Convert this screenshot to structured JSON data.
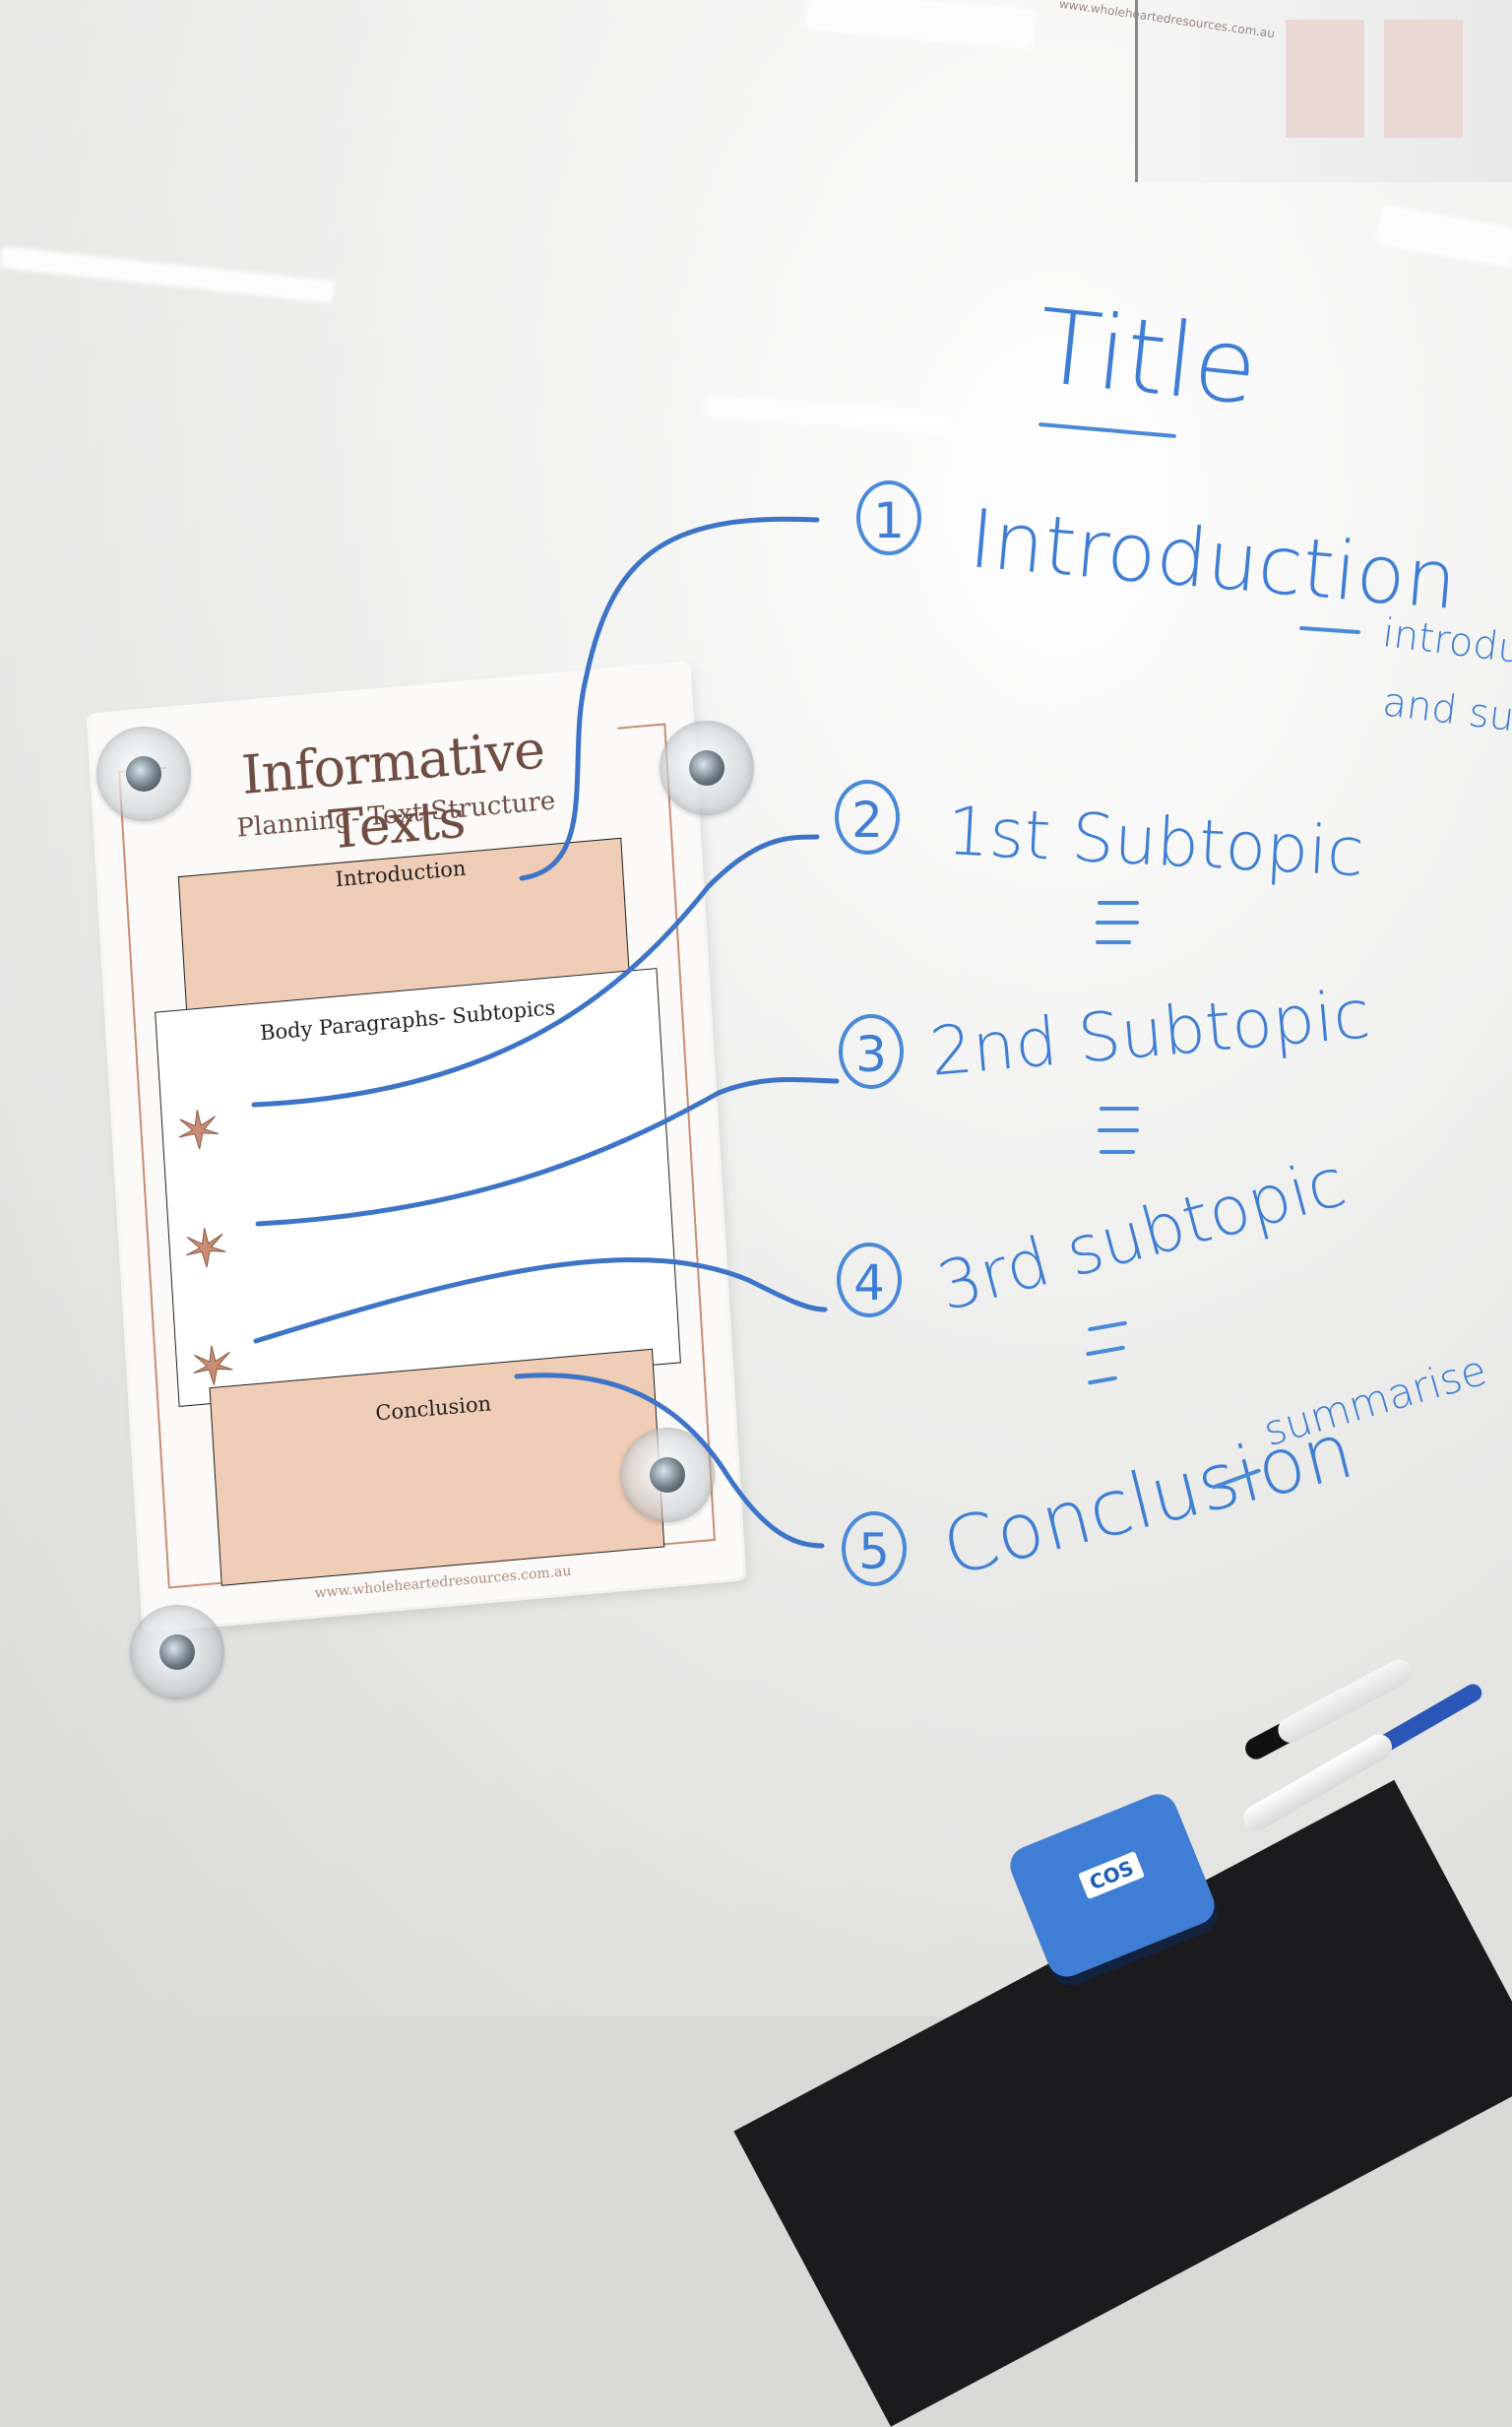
{
  "poster": {
    "title": "Informative Texts",
    "subtitle": "Planning- Text Structure",
    "section_introduction": "Introduction",
    "section_body": "Body Paragraphs- Subtopics",
    "section_conclusion": "Conclusion",
    "url": "www.wholeheartedresources.com.au"
  },
  "whiteboard": {
    "title": "Title",
    "items": [
      {
        "number": "1",
        "label": "Introduction",
        "note": "introduces",
        "note2": "and subto"
      },
      {
        "number": "2",
        "label": "1st Subtopic"
      },
      {
        "number": "3",
        "label": "2nd Subtopic"
      },
      {
        "number": "4",
        "label": "3rd subtopic"
      },
      {
        "number": "5",
        "label": "Conclusion",
        "note": "summarise"
      }
    ]
  },
  "eraser": {
    "label": "COS"
  },
  "top_frame": {
    "url": "www.wholeheartedresources.com.au"
  },
  "colors": {
    "ink": "#3f7ed4",
    "poster_fill": "#efcdb6",
    "poster_accent": "#c98d74",
    "tray": "#1b1b1d"
  }
}
